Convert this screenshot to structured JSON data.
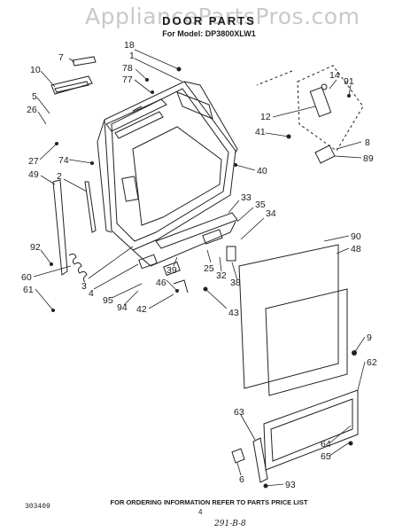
{
  "watermark": "AppliancePartsPros.com",
  "header": {
    "title": "DOOR PARTS",
    "model_line": "For Model: DP3800XLW1"
  },
  "callouts": [
    "18",
    "1",
    "7",
    "78",
    "10",
    "77",
    "5",
    "26",
    "14",
    "91",
    "12",
    "41",
    "8",
    "89",
    "27",
    "74",
    "40",
    "49",
    "2",
    "33",
    "35",
    "34",
    "92",
    "60",
    "61",
    "3",
    "4",
    "95",
    "94",
    "39",
    "46",
    "42",
    "25",
    "32",
    "38",
    "43",
    "90",
    "48",
    "9",
    "62",
    "63",
    "64",
    "65",
    "6",
    "93"
  ],
  "footer": {
    "doc_code": "303409",
    "note": "FOR ORDERING INFORMATION REFER TO PARTS PRICE LIST",
    "page_number": "4",
    "handwritten": "291-B-8"
  }
}
